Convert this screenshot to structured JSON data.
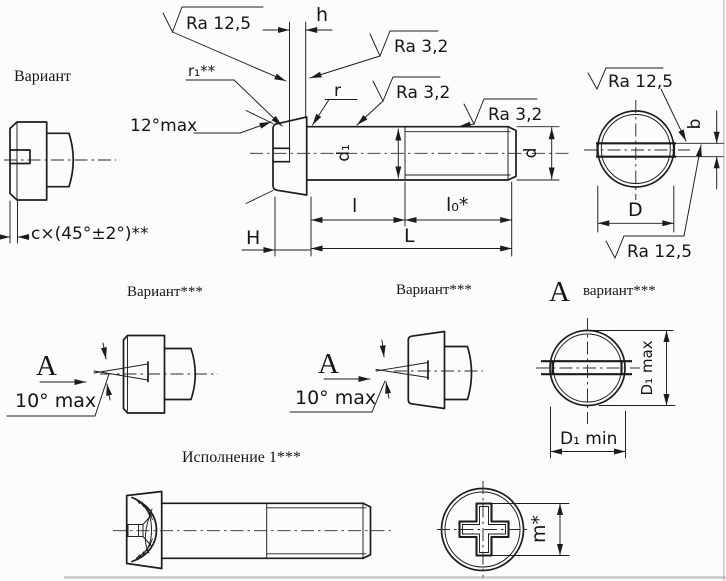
{
  "labels": {
    "variant": "Вариант",
    "variant_stars_left": "Вариант***",
    "variant_stars_center": "Вариант***",
    "a_variant_letter": "А",
    "a_variant_text": "вариант***",
    "ispolnenie": "Исполнение 1***",
    "view_letter_left": "A",
    "view_letter_center": "A"
  },
  "dims": {
    "h": "h",
    "r": "r",
    "r1": "r₁**",
    "d1": "d₁",
    "d": "d",
    "l": "l",
    "l0": "l₀*",
    "L": "L",
    "H": "H",
    "b": "b",
    "D": "D",
    "D1_max": "D₁ max",
    "D1_min": "D₁ min",
    "m": "m*",
    "c_chamfer": "c×(45°±2°)**",
    "angle_12": "12°max",
    "angle_10_left": "10° max",
    "angle_10_center": "10° max"
  },
  "roughness": {
    "ra_12_5": "Ra 12,5",
    "ra_3_2": "Ra 3,2"
  }
}
